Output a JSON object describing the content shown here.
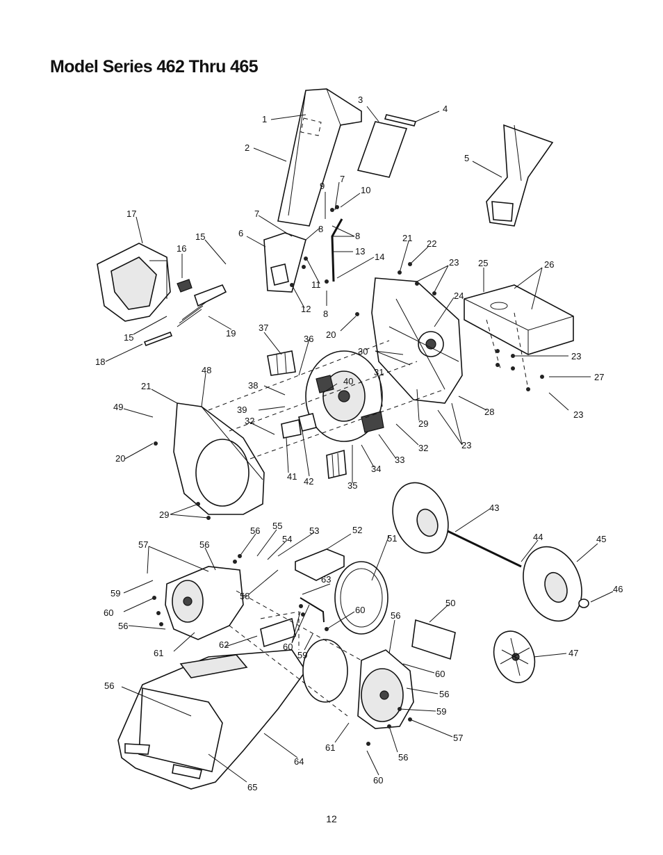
{
  "page": {
    "title": "Model Series 462 Thru 465",
    "page_number": "12"
  },
  "diagram": {
    "type": "exploded-parts-view",
    "callouts": [
      {
        "id": "c1",
        "text": "1"
      },
      {
        "id": "c2",
        "text": "2"
      },
      {
        "id": "c3",
        "text": "3"
      },
      {
        "id": "c4",
        "text": "4"
      },
      {
        "id": "c5",
        "text": "5"
      },
      {
        "id": "c6",
        "text": "6"
      },
      {
        "id": "c7a",
        "text": "7"
      },
      {
        "id": "c7b",
        "text": "7"
      },
      {
        "id": "c8a",
        "text": "8"
      },
      {
        "id": "c8b",
        "text": "8"
      },
      {
        "id": "c8c",
        "text": "8"
      },
      {
        "id": "c9",
        "text": "9"
      },
      {
        "id": "c10",
        "text": "10"
      },
      {
        "id": "c11",
        "text": "11"
      },
      {
        "id": "c12",
        "text": "12"
      },
      {
        "id": "c13",
        "text": "13"
      },
      {
        "id": "c14",
        "text": "14"
      },
      {
        "id": "c15a",
        "text": "15"
      },
      {
        "id": "c15b",
        "text": "15"
      },
      {
        "id": "c16",
        "text": "16"
      },
      {
        "id": "c17",
        "text": "17"
      },
      {
        "id": "c18",
        "text": "18"
      },
      {
        "id": "c19",
        "text": "19"
      },
      {
        "id": "c20a",
        "text": "20"
      },
      {
        "id": "c20b",
        "text": "20"
      },
      {
        "id": "c21a",
        "text": "21"
      },
      {
        "id": "c21b",
        "text": "21"
      },
      {
        "id": "c22",
        "text": "22"
      },
      {
        "id": "c23a",
        "text": "23"
      },
      {
        "id": "c23b",
        "text": "23"
      },
      {
        "id": "c23c",
        "text": "23"
      },
      {
        "id": "c23d",
        "text": "23"
      },
      {
        "id": "c24",
        "text": "24"
      },
      {
        "id": "c25",
        "text": "25"
      },
      {
        "id": "c26",
        "text": "26"
      },
      {
        "id": "c27",
        "text": "27"
      },
      {
        "id": "c28",
        "text": "28"
      },
      {
        "id": "c29a",
        "text": "29"
      },
      {
        "id": "c29b",
        "text": "29"
      },
      {
        "id": "c30",
        "text": "30"
      },
      {
        "id": "c31",
        "text": "31"
      },
      {
        "id": "c32a",
        "text": "32"
      },
      {
        "id": "c32b",
        "text": "32"
      },
      {
        "id": "c33",
        "text": "33"
      },
      {
        "id": "c34",
        "text": "34"
      },
      {
        "id": "c35",
        "text": "35"
      },
      {
        "id": "c36",
        "text": "36"
      },
      {
        "id": "c37",
        "text": "37"
      },
      {
        "id": "c38",
        "text": "38"
      },
      {
        "id": "c39",
        "text": "39"
      },
      {
        "id": "c40",
        "text": "40"
      },
      {
        "id": "c41",
        "text": "41"
      },
      {
        "id": "c42",
        "text": "42"
      },
      {
        "id": "c43",
        "text": "43"
      },
      {
        "id": "c44",
        "text": "44"
      },
      {
        "id": "c45",
        "text": "45"
      },
      {
        "id": "c46",
        "text": "46"
      },
      {
        "id": "c47",
        "text": "47"
      },
      {
        "id": "c48",
        "text": "48"
      },
      {
        "id": "c49",
        "text": "49"
      },
      {
        "id": "c50",
        "text": "50"
      },
      {
        "id": "c51",
        "text": "51"
      },
      {
        "id": "c52",
        "text": "52"
      },
      {
        "id": "c53",
        "text": "53"
      },
      {
        "id": "c54",
        "text": "54"
      },
      {
        "id": "c55",
        "text": "55"
      },
      {
        "id": "c56a",
        "text": "56"
      },
      {
        "id": "c56b",
        "text": "56"
      },
      {
        "id": "c56c",
        "text": "56"
      },
      {
        "id": "c56d",
        "text": "56"
      },
      {
        "id": "c56e",
        "text": "56"
      },
      {
        "id": "c56f",
        "text": "56"
      },
      {
        "id": "c56g",
        "text": "56"
      },
      {
        "id": "c57a",
        "text": "57"
      },
      {
        "id": "c57b",
        "text": "57"
      },
      {
        "id": "c58",
        "text": "58"
      },
      {
        "id": "c59a",
        "text": "59"
      },
      {
        "id": "c59b",
        "text": "59"
      },
      {
        "id": "c59c",
        "text": "59"
      },
      {
        "id": "c60a",
        "text": "60"
      },
      {
        "id": "c60b",
        "text": "60"
      },
      {
        "id": "c60c",
        "text": "60"
      },
      {
        "id": "c60d",
        "text": "60"
      },
      {
        "id": "c60e",
        "text": "60"
      },
      {
        "id": "c61a",
        "text": "61"
      },
      {
        "id": "c61b",
        "text": "61"
      },
      {
        "id": "c62",
        "text": "62"
      },
      {
        "id": "c63",
        "text": "63"
      },
      {
        "id": "c64",
        "text": "64"
      },
      {
        "id": "c65",
        "text": "65"
      }
    ]
  }
}
